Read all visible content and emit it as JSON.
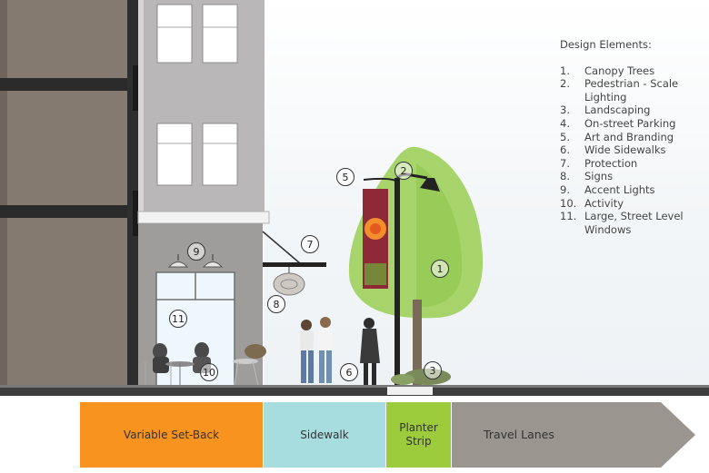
{
  "legend": {
    "title": "Design Elements:",
    "items": [
      {
        "num": "1.",
        "text": "Canopy Trees"
      },
      {
        "num": "2.",
        "text": "Pedestrian - Scale Lighting"
      },
      {
        "num": "3.",
        "text": "Landscaping"
      },
      {
        "num": "4.",
        "text": "On-street Parking"
      },
      {
        "num": "5.",
        "text": "Art and Branding"
      },
      {
        "num": "6.",
        "text": "Wide Sidewalks"
      },
      {
        "num": "7.",
        "text": "Protection"
      },
      {
        "num": "8.",
        "text": "Signs"
      },
      {
        "num": "9.",
        "text": "Accent Lights"
      },
      {
        "num": "10.",
        "text": "Activity"
      },
      {
        "num": "11.",
        "text": "Large, Street Level Windows"
      }
    ]
  },
  "markers": {
    "m1": "1",
    "m2": "2",
    "m3": "3",
    "m5": "5",
    "m6": "6",
    "m7": "7",
    "m8": "8",
    "m9": "9",
    "m10": "10",
    "m11": "11"
  },
  "zones": {
    "setback": "Variable Set-Back",
    "sidewalk": "Sidewalk",
    "planter_line1": "Planter",
    "planter_line2": "Strip",
    "travel": "Travel Lanes"
  },
  "colors": {
    "setback": "#f7931e",
    "sidewalk": "#a8dde0",
    "planter": "#9ccc3c",
    "travel": "#9b9590",
    "building_brown": "#857a70",
    "building_grey": "#b9b7b7",
    "tree": "#9fd05b"
  }
}
